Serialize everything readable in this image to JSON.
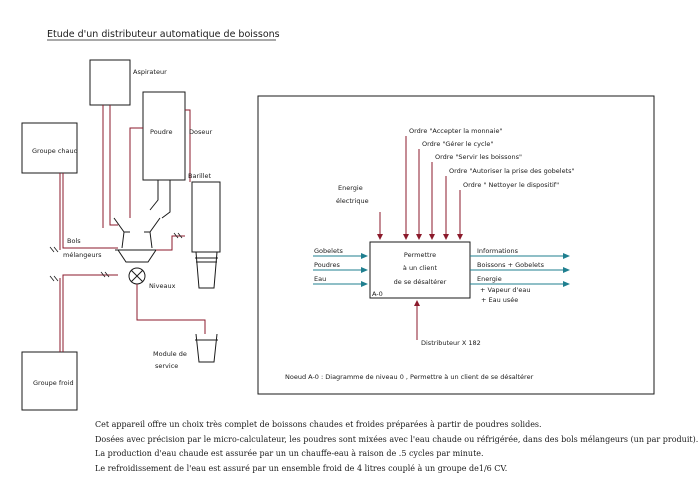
{
  "title": "Etude d'un distributeur automatique de boissons",
  "machine": {
    "aspirateur": "Aspirateur",
    "groupe_chaud": "Groupe chaud",
    "poudre": "Poudre",
    "doseur": "Doseur",
    "barillet": "Barillet",
    "bols_line1": "Bols",
    "bols_line2": "mélangeurs",
    "niveaux": "Niveaux",
    "module_line1": "Module de",
    "module_line2": "service",
    "groupe_froid": "Groupe froid"
  },
  "sadt": {
    "orders": [
      "Ordre \"Accepter la monnaie\"",
      "Ordre \"Gérer le cycle\"",
      "Ordre \"Servir les boissons\"",
      "Ordre \"Autoriser la prise des gobelets\"",
      "Ordre \"  Nettoyer le dispositif\""
    ],
    "energy_line1": "Energie",
    "energy_line2": "électrique",
    "inputs": [
      "Gobelets",
      "Poudres",
      "Eau"
    ],
    "box_line1": "Permettre",
    "box_line2": "à un client",
    "box_line3": "de se désaltérer",
    "box_id": "A-0",
    "outputs": [
      "Informations",
      "Boissons + Gobelets",
      "Energie"
    ],
    "output_sub1": "+ Vapeur d'eau",
    "output_sub2": "+ Eau usée",
    "mechanism": "Distributeur X 182",
    "caption": "Noeud A-0 : Diagramme de niveau 0 , Permettre à un client de se désaltérer"
  },
  "description": [
    "Cet appareil offre un choix très complet de boissons chaudes et froides préparées à partir de poudres solides.",
    "Dosées avec précision par le micro-calculateur, les poudres sont mixées avec l'eau chaude ou réfrigérée, dans des bols mélangeurs (un par produit).",
    "La production d'eau chaude est assurée par un un chauffe-eau à raison de .5 cycles par minute.",
    "Le refroidissement de l'eau est assuré par un ensemble froid de 4 litres couplé à un groupe de1/6 CV."
  ],
  "colors": {
    "control_arrow": "#8b1a2b",
    "flow_arrow": "#1f7f8f",
    "pipe": "#8b1a2b",
    "stroke": "#1a1a1a"
  }
}
